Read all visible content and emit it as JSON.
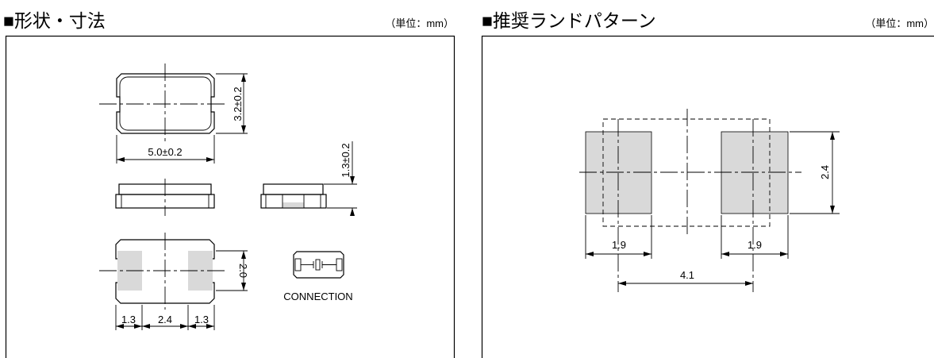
{
  "left": {
    "title": "■形状・寸法",
    "unit": "（単位：mm）",
    "dims": {
      "length": "5.0±0.2",
      "width": "3.2±0.2",
      "height": "1.3±0.2",
      "pad_height": "2.0",
      "pad_left": "1.3",
      "pad_gap": "2.4",
      "pad_right": "1.3"
    },
    "connection_label": "CONNECTION"
  },
  "right": {
    "title": "■推奨ランドパターン",
    "unit": "（単位：mm）",
    "dims": {
      "land_height": "2.4",
      "land_left_width": "1.9",
      "land_right_width": "1.9",
      "pitch": "4.1"
    }
  },
  "colors": {
    "pad": "#d9d9d9",
    "line": "#000000"
  }
}
